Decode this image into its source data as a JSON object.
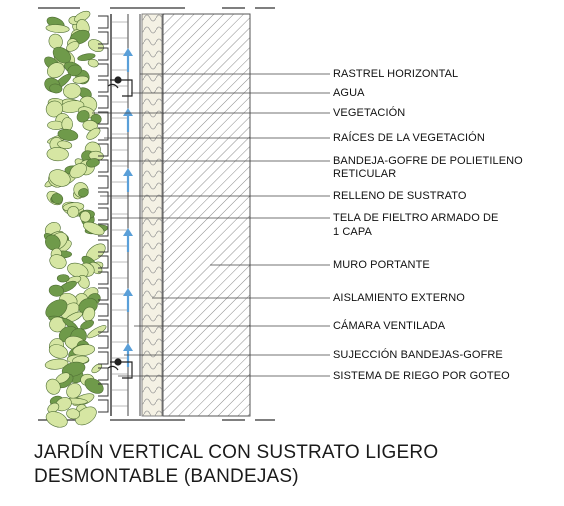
{
  "diagram": {
    "labels": [
      "RASTREL HORIZONTAL",
      "AGUA",
      "VEGETACIÓN",
      "RAÍCES DE LA VEGETACIÓN",
      "BANDEJA-GOFRE DE POLIETILENO",
      "RETICULAR",
      "RELLENO DE SUSTRATO",
      "TELA DE FIELTRO ARMADO DE",
      "1 CAPA",
      "MURO PORTANTE",
      "AISLAMIENTO EXTERNO",
      "CÁMARA VENTILADA",
      "SUJECCIÓN BANDEJAS-GOFRE",
      "SISTEMA DE RIEGO POR GOTEO"
    ],
    "caption": {
      "line1": "JARDÍN VERTICAL CON SUSTRATO LIGERO",
      "line2": "DESMONTABLE (BANDEJAS)"
    },
    "colors": {
      "vegetation_light": "#d6e6a3",
      "vegetation_dark": "#6f9a4a",
      "vegetation_outline": "#4f6e34",
      "water_arrow": "#5a9fd8",
      "line": "#333333"
    }
  }
}
